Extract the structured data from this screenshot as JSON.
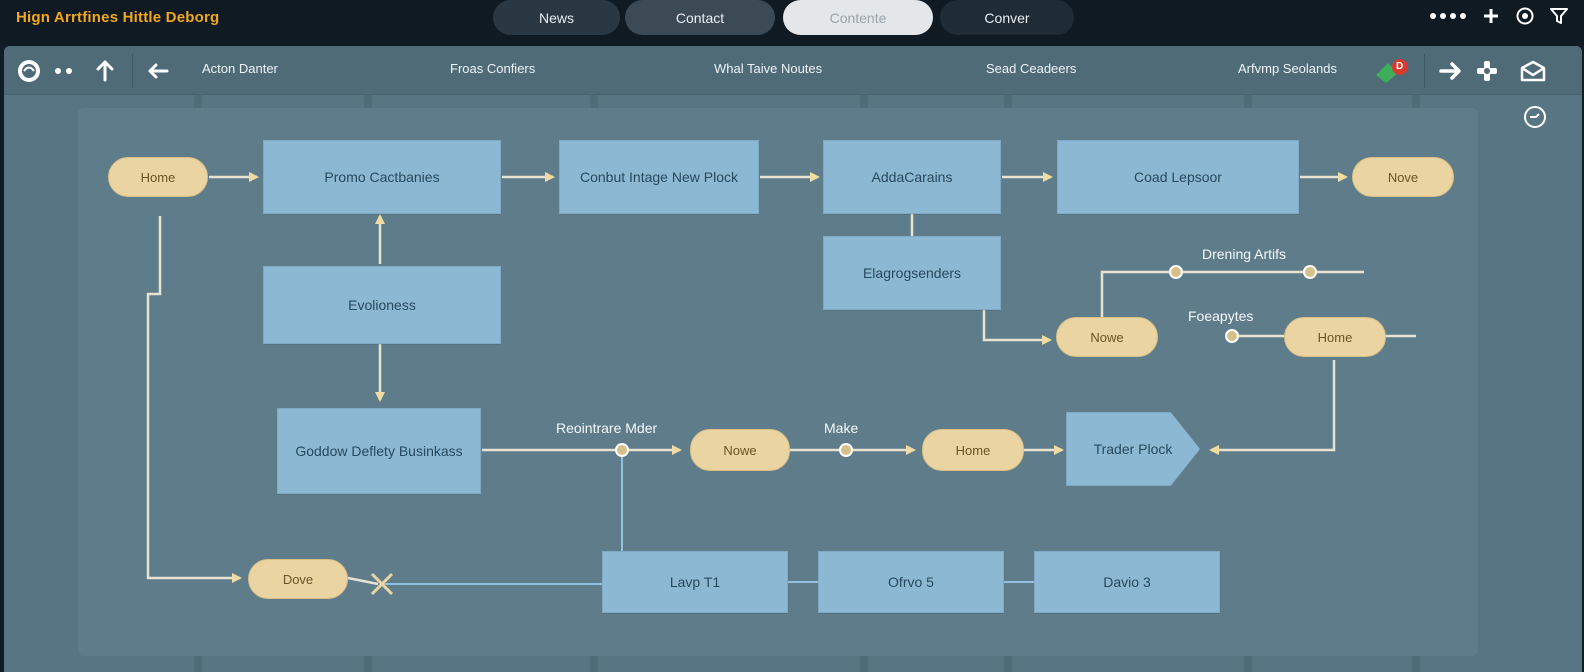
{
  "app": {
    "title": "Hign Arrtfines Hittle Deborg"
  },
  "tabs": [
    {
      "label": "News"
    },
    {
      "label": "Contact"
    },
    {
      "label": "Contente"
    },
    {
      "label": "Conver"
    }
  ],
  "top_icons": [
    "more-dots-icon",
    "plus-icon",
    "record-icon",
    "filter-icon"
  ],
  "toolbar": {
    "items": [
      "Acton Danter",
      "Froas Confiers",
      "Whal Taive Noutes",
      "Sead Ceadeers",
      "Arfvmp Seolands"
    ],
    "badge": "D"
  },
  "diagram": {
    "boxes": {
      "b1": "Promo Cactbanies",
      "b2": "Conbut Intage New Plock",
      "b3": "AddaCarains",
      "b4": "Coad Lepsoor",
      "b5": "Elagrogsenders",
      "b6": "Evolioness",
      "b7": "Goddow Deflety Businkass",
      "b8": "Trader Plock",
      "b9": "Lavp T1",
      "b10": "Ofrvo 5",
      "b11": "Davio 3"
    },
    "pills": {
      "p1": "Home",
      "p2": "Nove",
      "p3": "Nowe",
      "p4": "Home",
      "p5": "Nowe",
      "p6": "Home",
      "p7": "Dove"
    },
    "labels": {
      "l1": "Drening Artifs",
      "l2": "Foeapytes",
      "l3": "Reointrare Mder",
      "l4": "Make"
    }
  },
  "colors": {
    "accent_title": "#f2a81d",
    "box_fill": "#8db8d4",
    "pill_fill": "#ead5a2",
    "connector": "#e8e2d2",
    "blue_connector": "#93c1df",
    "canvas": "#5f7c8a"
  }
}
